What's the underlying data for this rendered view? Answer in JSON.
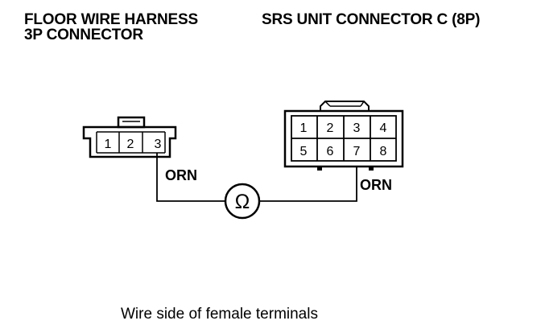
{
  "titles": {
    "left_line1": "FLOOR WIRE HARNESS",
    "left_line2": "3P CONNECTOR",
    "right": "SRS UNIT CONNECTOR C (8P)"
  },
  "left_connector": {
    "pins": [
      "1",
      "2",
      "3"
    ]
  },
  "right_connector": {
    "pins_top": [
      "1",
      "2",
      "3",
      "4"
    ],
    "pins_bottom": [
      "5",
      "6",
      "7",
      "8"
    ]
  },
  "wires": {
    "left_color": "ORN",
    "right_color": "ORN"
  },
  "meter": {
    "symbol": "Ω"
  },
  "footer": "Wire side of female terminals"
}
